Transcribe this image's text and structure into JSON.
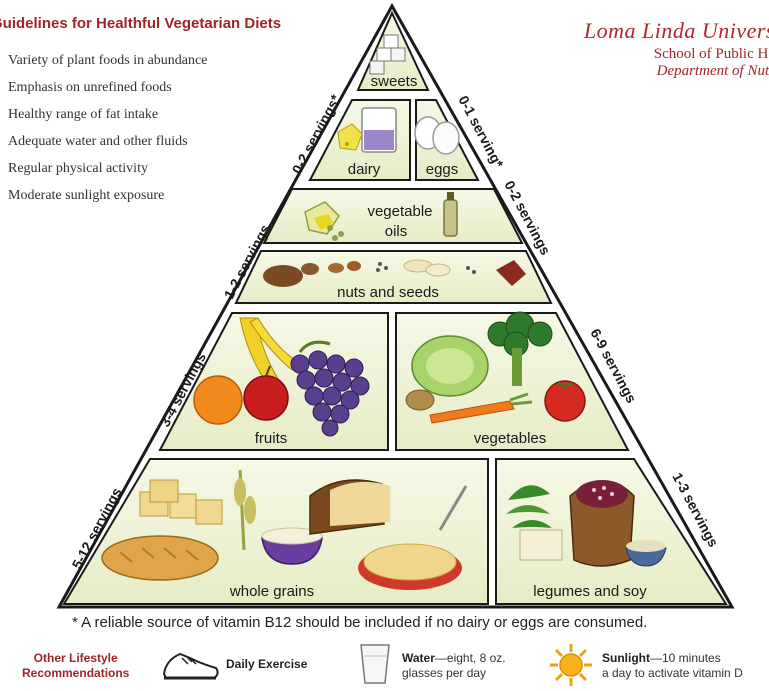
{
  "guidelines": {
    "title": "Guidelines for Healthful Vegetarian Diets",
    "items": [
      "Variety of plant foods in abundance",
      "Emphasis on unrefined foods",
      "Healthy range of fat intake",
      "Adequate water and other fluids",
      "Regular physical activity",
      "Moderate sunlight exposure"
    ]
  },
  "institution": {
    "name": "Loma Linda Univers",
    "school": "School of Public He",
    "department": "Department of Nutr"
  },
  "pyramid": {
    "tiers": {
      "sweets": {
        "label": "sweets"
      },
      "dairy": {
        "label": "dairy",
        "servings": "0-2 servings*"
      },
      "eggs": {
        "label": "eggs",
        "servings": "0-1 serving*"
      },
      "oils": {
        "label_line1": "vegetable",
        "label_line2": "oils",
        "servings": "0-2 servings"
      },
      "nuts": {
        "label": "nuts and seeds",
        "servings": "1-2 servings"
      },
      "fruits": {
        "label": "fruits",
        "servings": "3-4 servings"
      },
      "vegetables": {
        "label": "vegetables",
        "servings": "6-9 servings"
      },
      "grains": {
        "label": "whole grains",
        "servings": "5-12 servings"
      },
      "legumes": {
        "label": "legumes and soy",
        "servings": "1-3 servings"
      }
    },
    "colors": {
      "outline": "#1a1a1a",
      "fill": "#f1f5de",
      "frame": "#ffffff",
      "accent": "#a0252a"
    }
  },
  "footnote": "* A reliable source of vitamin B12 should be included if no dairy or eggs are consumed.",
  "lifestyle": {
    "title_line1": "Other Lifestyle",
    "title_line2": "Recommendations",
    "exercise": {
      "name": "Daily Exercise",
      "icon": "sneaker-icon"
    },
    "water": {
      "name": "Water",
      "detail1": "—eight, 8 oz.",
      "detail2": "glasses per day",
      "icon": "glass-icon"
    },
    "sun": {
      "name": "Sunlight",
      "detail1": "—10 minutes",
      "detail2": "a day to activate vitamin D",
      "icon": "sun-icon"
    }
  }
}
